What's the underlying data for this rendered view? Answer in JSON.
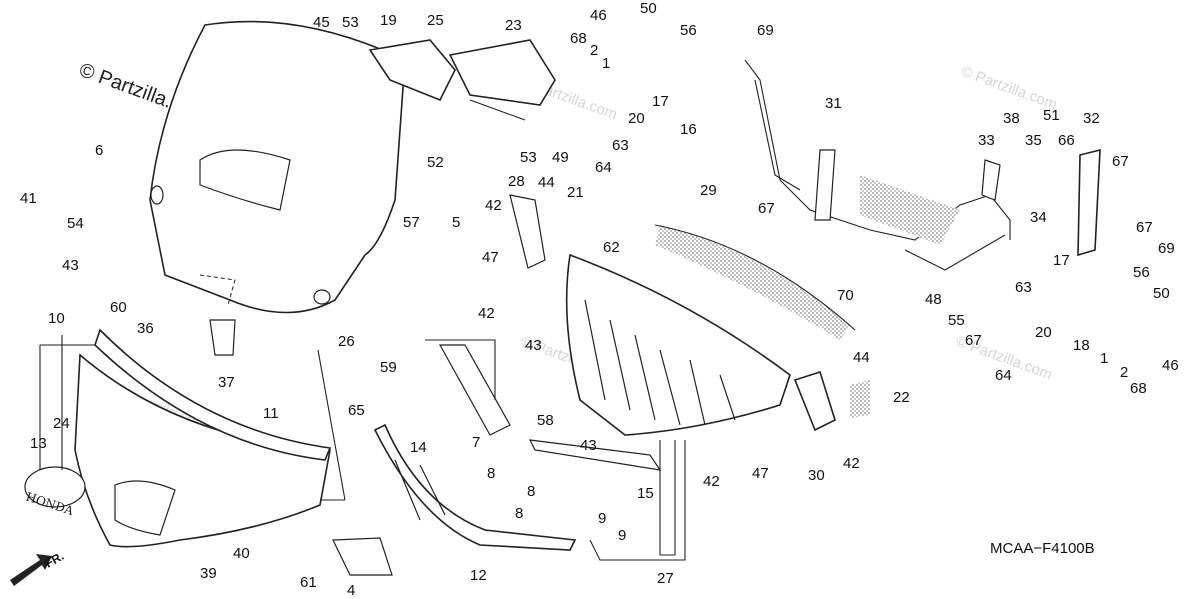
{
  "diagram": {
    "watermark_main": "© Partzilla.com",
    "watermark_small": "© Partzilla.com",
    "diagram_code": "MCAA−F4100B",
    "front_indicator": "FR.",
    "brand_emblem": "HONDA",
    "callouts": {
      "c1": "1",
      "c2": "2",
      "c4": "4",
      "c5": "5",
      "c6": "6",
      "c7": "7",
      "c8": "8",
      "c9": "9",
      "c10": "10",
      "c11": "11",
      "c12": "12",
      "c13": "13",
      "c14": "14",
      "c15": "15",
      "c16": "16",
      "c17": "17",
      "c18": "18",
      "c19": "19",
      "c20": "20",
      "c21": "21",
      "c22": "22",
      "c23": "23",
      "c24": "24",
      "c25": "25",
      "c26": "26",
      "c27": "27",
      "c28": "28",
      "c29": "29",
      "c30": "30",
      "c31": "31",
      "c32": "32",
      "c33": "33",
      "c34": "34",
      "c35": "35",
      "c36": "36",
      "c37": "37",
      "c38": "38",
      "c39": "39",
      "c40": "40",
      "c41": "41",
      "c42": "42",
      "c43": "43",
      "c44": "44",
      "c45": "45",
      "c46": "46",
      "c47": "47",
      "c48": "48",
      "c49": "49",
      "c50": "50",
      "c51": "51",
      "c52": "52",
      "c53": "53",
      "c54": "54",
      "c55": "55",
      "c56": "56",
      "c57": "57",
      "c58": "58",
      "c59": "59",
      "c60": "60",
      "c61": "61",
      "c62": "62",
      "c63": "63",
      "c64": "64",
      "c65": "65",
      "c66": "66",
      "c67": "67",
      "c68": "68",
      "c69": "69",
      "c70": "70"
    }
  }
}
